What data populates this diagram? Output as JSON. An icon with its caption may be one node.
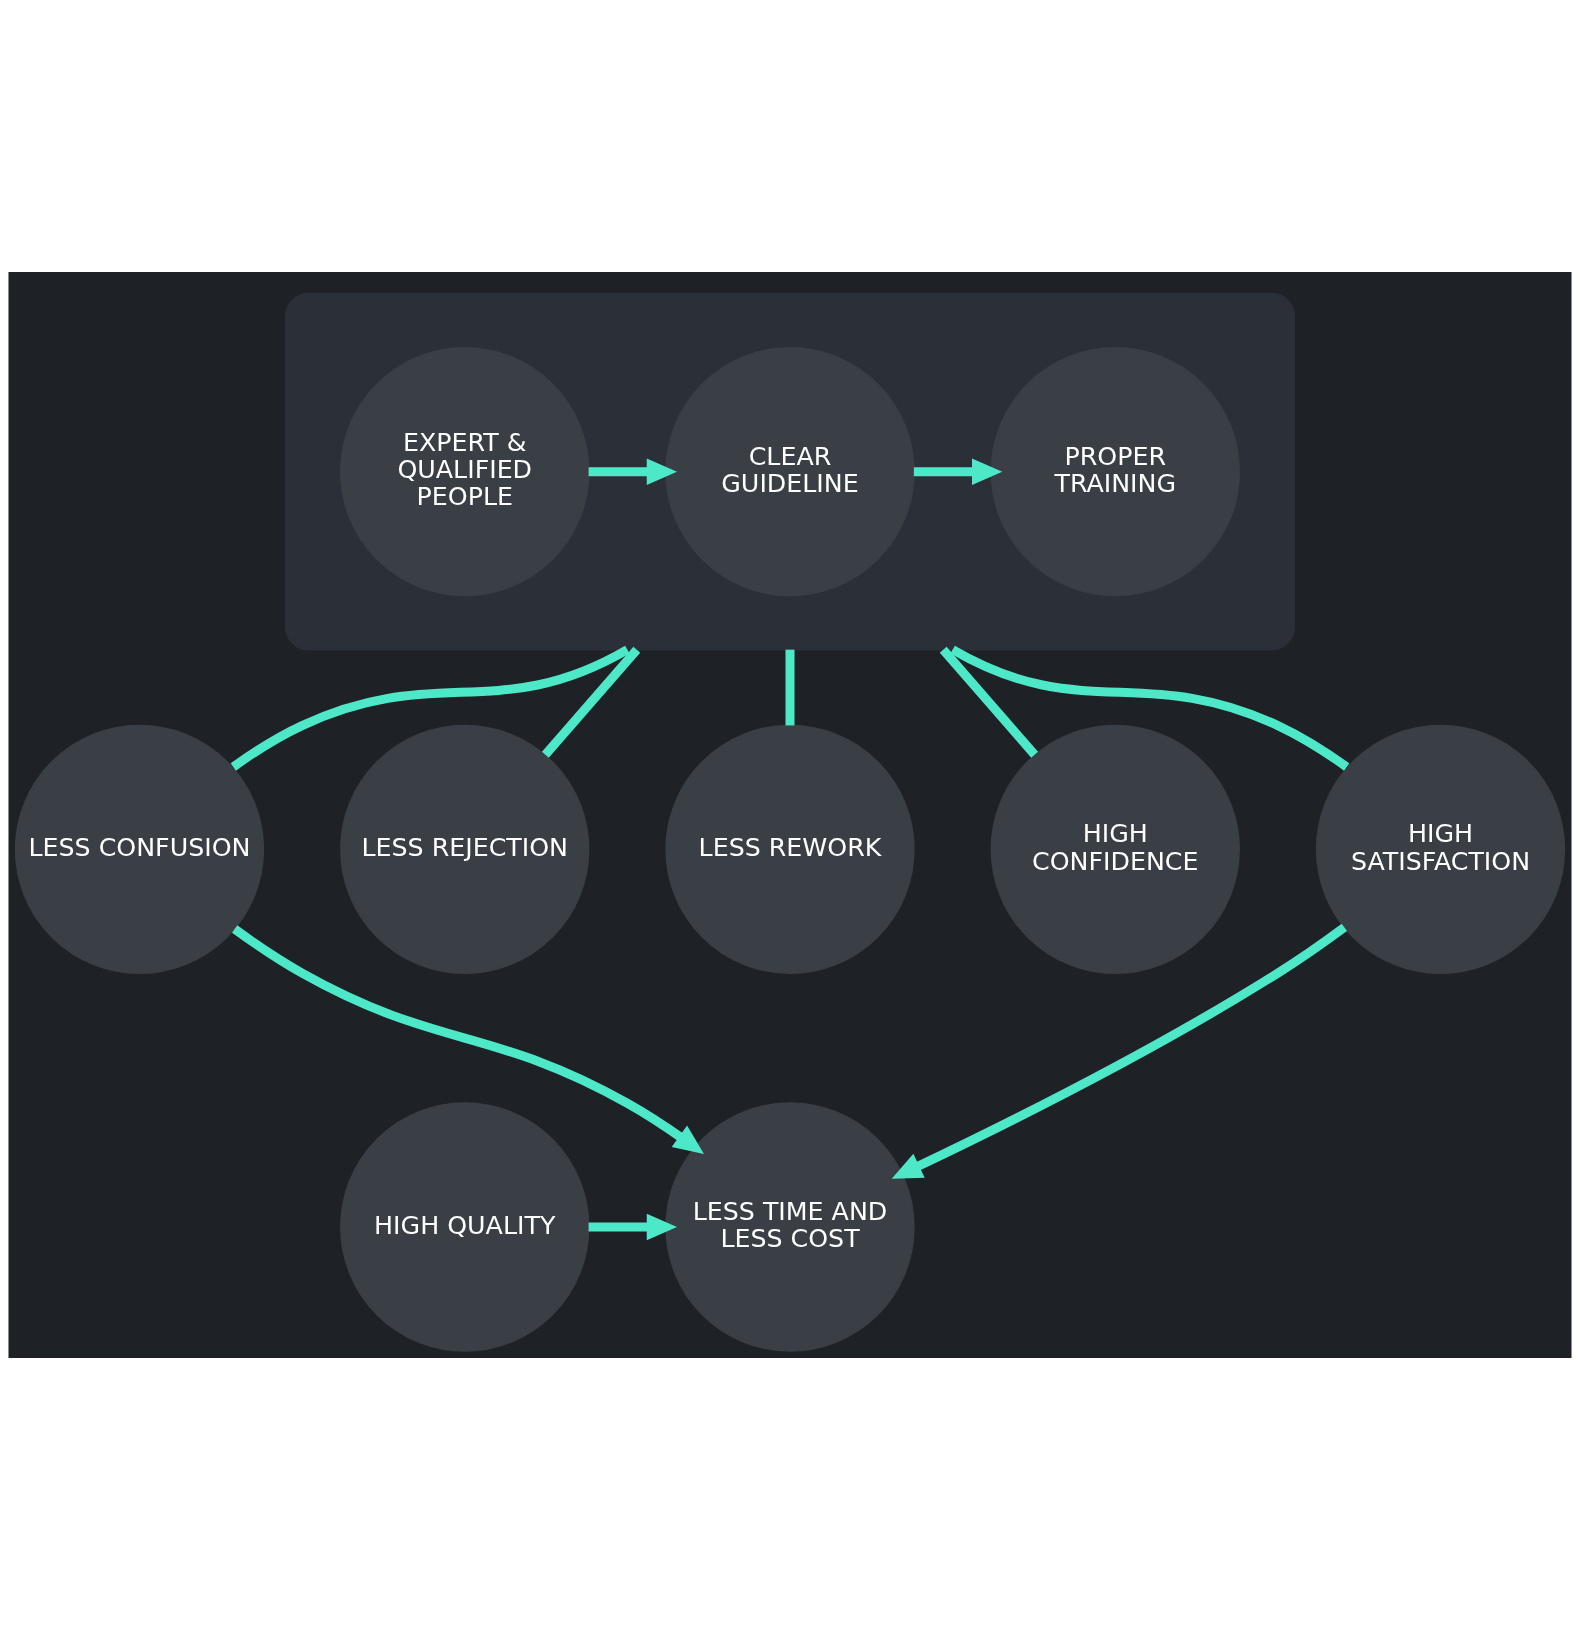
{
  "diagram": {
    "nodes": [
      {
        "text": [],
        "shape": "box"
      },
      {
        "text": [
          "EXPERT & QUALIFIED PEOPLE"
        ],
        "in": 0
      },
      {
        "text": [
          "CLEAR GUIDELINE"
        ],
        "in": 0
      },
      {
        "text": [
          "PROPER TRAINING"
        ],
        "in": 0
      },
      {
        "text": [
          "LESS CONFUSION"
        ]
      },
      {
        "text": [
          "LESS REJECTION"
        ]
      },
      {
        "text": [
          "LESS REWORK"
        ]
      },
      {
        "text": [
          "HIGH CONFIDENCE"
        ]
      },
      {
        "text": [
          "HIGH SATISFACTION"
        ]
      },
      {
        "text": [
          "HIGH QUALITY"
        ]
      },
      {
        "text": [
          "LESS TIME AND LESS COST"
        ]
      }
    ],
    "edges": [
      {
        "from": 1,
        "to": 2,
        "arrow": "to"
      },
      {
        "from": 2,
        "to": 3,
        "arrow": "to"
      },
      {
        "from": 0,
        "to": 4,
        "arrow": "none"
      },
      {
        "from": 0,
        "to": 5,
        "arrow": "none"
      },
      {
        "from": 0,
        "to": 6,
        "arrow": "none"
      },
      {
        "from": 0,
        "to": 7,
        "arrow": "none"
      },
      {
        "from": 0,
        "to": 8,
        "arrow": "none"
      },
      {
        "from": 4,
        "to": 10,
        "arrow": "to"
      },
      {
        "from": 8,
        "to": 10,
        "arrow": "to"
      },
      {
        "from": 9,
        "to": 10,
        "arrow": "to"
      }
    ]
  }
}
